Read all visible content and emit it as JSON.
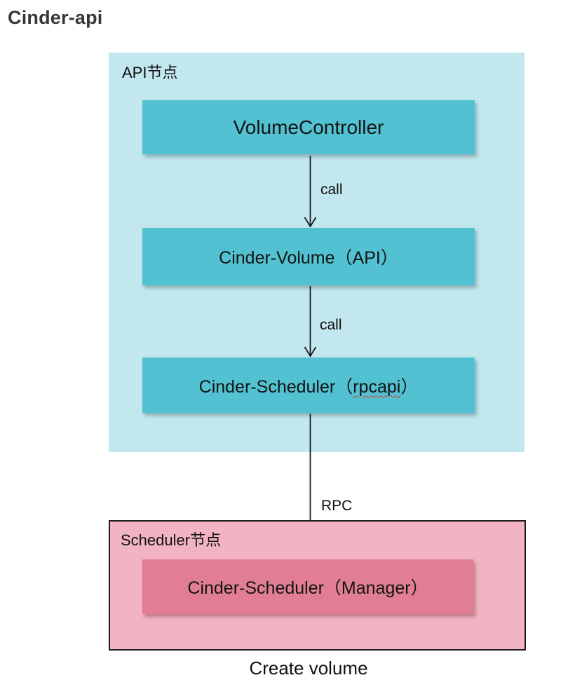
{
  "title": "Cinder-api",
  "api_node": {
    "label": "API节点",
    "boxes": [
      {
        "label": "VolumeController"
      },
      {
        "label": "Cinder-Volume（API）"
      },
      {
        "prefix": "Cinder-Scheduler（",
        "spellcheck_word": "rpcapi",
        "suffix": "）"
      }
    ]
  },
  "scheduler_node": {
    "label": "Scheduler节点",
    "boxes": [
      {
        "label": "Cinder-Scheduler（Manager）"
      }
    ]
  },
  "arrows": [
    {
      "label": "call",
      "from": "VolumeController",
      "to": "Cinder-Volume（API）"
    },
    {
      "label": "call",
      "from": "Cinder-Volume（API）",
      "to": "Cinder-Scheduler（rpcapi）"
    },
    {
      "label": "RPC",
      "from": "Cinder-Scheduler（rpcapi）",
      "to": "Cinder-Scheduler（Manager）"
    }
  ],
  "caption": "Create volume",
  "colors": {
    "api_node_bg": "#c3e7ee",
    "process_box_bg": "#52c1d1",
    "scheduler_node_bg": "#f2b4c3",
    "scheduler_node_border": "#1d1d1d",
    "manager_box_bg": "#e17e93",
    "title_text": "#383838",
    "box_text": "#141414",
    "spellcheck_underline": "#e03a2f"
  }
}
